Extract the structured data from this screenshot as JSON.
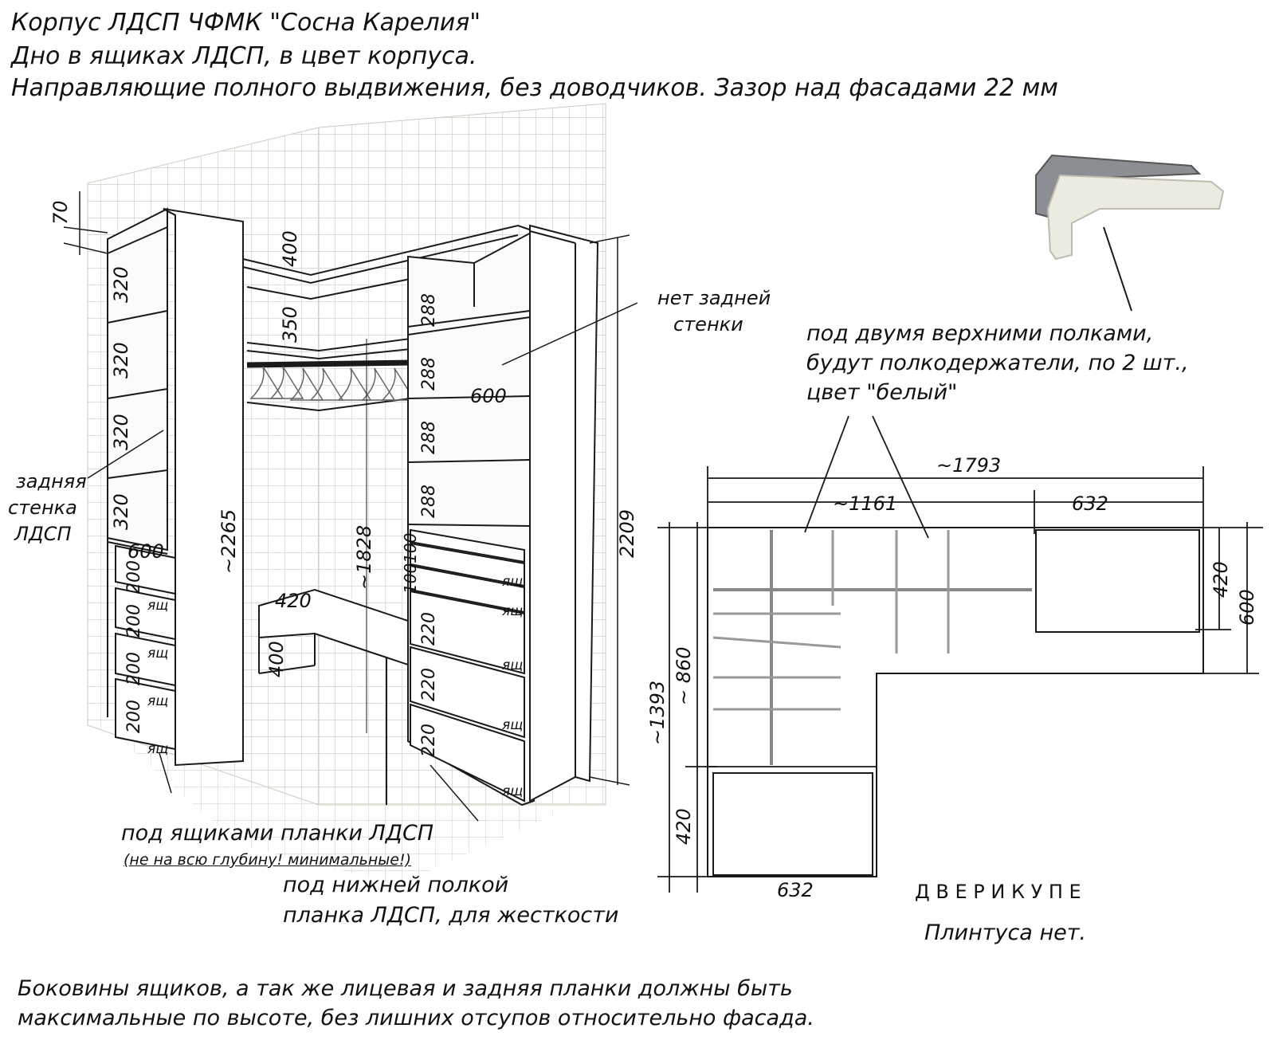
{
  "header": {
    "line1": "Корпус ЛДСП ЧФМК \"Сосна Карелия\"",
    "line2": "Дно в ящиках ЛДСП, в цвет корпуса.",
    "line3": "Направляющие полного выдвижения, без доводчиков. Зазор над фасадами 22 мм"
  },
  "iso": {
    "dims": {
      "top_gap": "70",
      "left_shelf_1": "320",
      "left_shelf_2": "320",
      "left_shelf_3": "320",
      "left_shelf_4": "320",
      "left_depth": "600",
      "left_drawer_1": "200",
      "left_drawer_2": "200",
      "left_drawer_3": "200",
      "left_drawer_4": "200",
      "panel_height": "~2265",
      "corner_top": "400",
      "corner_mid": "350",
      "rod_height": "~1828",
      "seat_depth": "420",
      "seat_height": "400",
      "right_shelf_1": "288",
      "right_shelf_2": "288",
      "right_shelf_3": "288",
      "right_shelf_4": "288",
      "right_depth": "600",
      "right_small_drawers": "100100",
      "right_drawer_1": "220",
      "right_drawer_2": "220",
      "right_drawer_3": "220",
      "total_height": "2209"
    },
    "drawer_label": "ящ",
    "no_back_wall_1": "нет задней",
    "no_back_wall_2": "стенки",
    "back_wall_1": "задняя",
    "back_wall_2": "стенка",
    "back_wall_3": "ЛДСП"
  },
  "plan": {
    "dims": {
      "total_width": "~1793",
      "width_1161": "~1161",
      "width_632_top": "632",
      "depth_420_right": "420",
      "depth_600_right": "600",
      "height_1393": "~1393",
      "height_860": "~ 860",
      "depth_420_bottom": "420",
      "width_632_bottom": "632"
    },
    "doors_label": "Д В Е Р И   К У П Е",
    "plinth_label": "Плинтуса нет."
  },
  "notes": {
    "brackets_1": "под двумя верхними полками,",
    "brackets_2": "будут полкодержатели, по 2 шт.,",
    "brackets_3": "цвет \"белый\"",
    "drawer_strips": "под ящиками планки ЛДСП",
    "drawer_strips_sub": "(не на всю глубину! минимальные!)",
    "lower_shelf_1": "под нижней полкой",
    "lower_shelf_2": "планка ЛДСП, для жесткости",
    "footer_1": "Боковины ящиков, а так же лицевая и задняя планки должны быть",
    "footer_2": "максимальные по высоте, без лишних отсупов относительно фасада."
  },
  "colors": {
    "grid": "#d9d4cc",
    "line": "#1a1a1a",
    "bracket_white": "#ecebe2",
    "bracket_metal": "#8b8f94"
  }
}
